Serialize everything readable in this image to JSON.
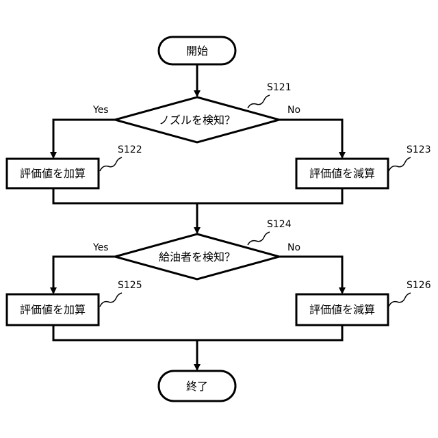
{
  "nodes": {
    "start": "開始",
    "decision1": "ノズルを検知？",
    "add1": "評価値を加算",
    "sub1": "評価値を減算",
    "decision2": "給油者を検知？",
    "add2": "評価値を加算",
    "sub2": "評価値を減算",
    "end": "終了"
  },
  "branches": {
    "d1_yes": "Yes",
    "d1_no": "No",
    "d2_yes": "Yes",
    "d2_no": "No"
  },
  "steps": {
    "s121": "S121",
    "s122": "S122",
    "s123": "S123",
    "s124": "S124",
    "s125": "S125",
    "s126": "S126"
  }
}
